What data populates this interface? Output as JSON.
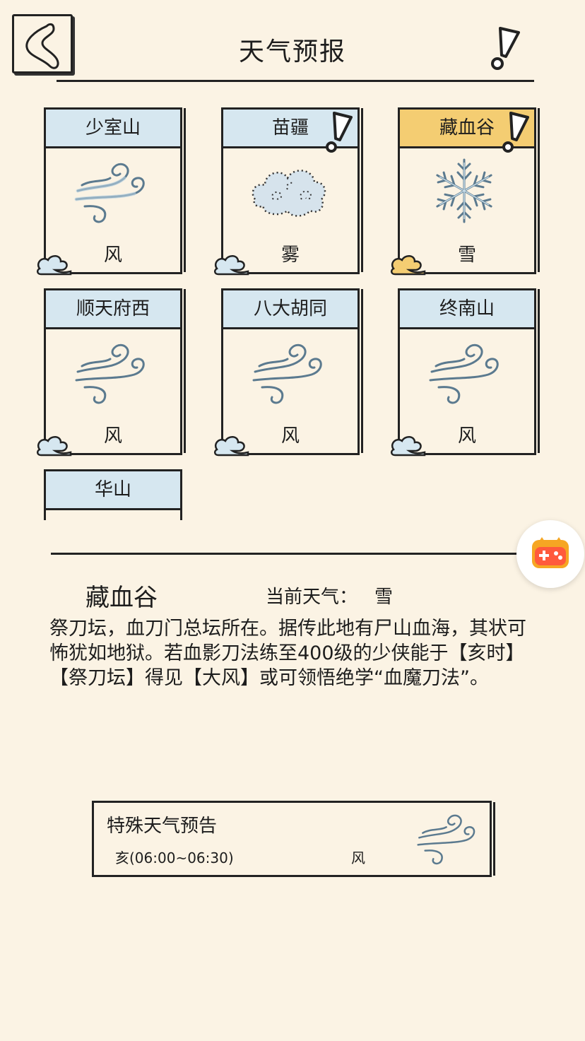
{
  "header": {
    "title": "天气预报",
    "back_icon": "back-arrow-icon",
    "alert_icon": "exclamation-icon"
  },
  "cards": [
    {
      "name": "少室山",
      "weather": "风",
      "icon": "wind-icon",
      "alert": false,
      "selected": false
    },
    {
      "name": "苗疆",
      "weather": "雾",
      "icon": "fog-icon",
      "alert": true,
      "selected": false
    },
    {
      "name": "藏血谷",
      "weather": "雪",
      "icon": "snowflake-icon",
      "alert": true,
      "selected": true
    },
    {
      "name": "顺天府西",
      "weather": "风",
      "icon": "wind-icon",
      "alert": false,
      "selected": false
    },
    {
      "name": "八大胡同",
      "weather": "风",
      "icon": "wind-icon",
      "alert": false,
      "selected": false
    },
    {
      "name": "终南山",
      "weather": "风",
      "icon": "wind-icon",
      "alert": false,
      "selected": false
    },
    {
      "name": "华山",
      "weather": "",
      "icon": "",
      "alert": false,
      "selected": false
    }
  ],
  "detail": {
    "location": "藏血谷",
    "current_label": "当前天气：",
    "current_value": "雪",
    "description": "祭刀坛，血刀门总坛所在。据传此地有尸山血海，其状可怖犹如地狱。若血影刀法练至400级的少侠能于【亥时】【祭刀坛】得见【大风】或可领悟绝学“血魔刀法”。"
  },
  "forecast": {
    "title": "特殊天气预告",
    "time": "亥(06:00~06:30)",
    "weather": "风",
    "icon": "wind-icon"
  },
  "colors": {
    "background": "#fbf3e4",
    "card_header": "#d6e7f0",
    "card_header_selected": "#f4cd72",
    "ink": "#222222"
  }
}
